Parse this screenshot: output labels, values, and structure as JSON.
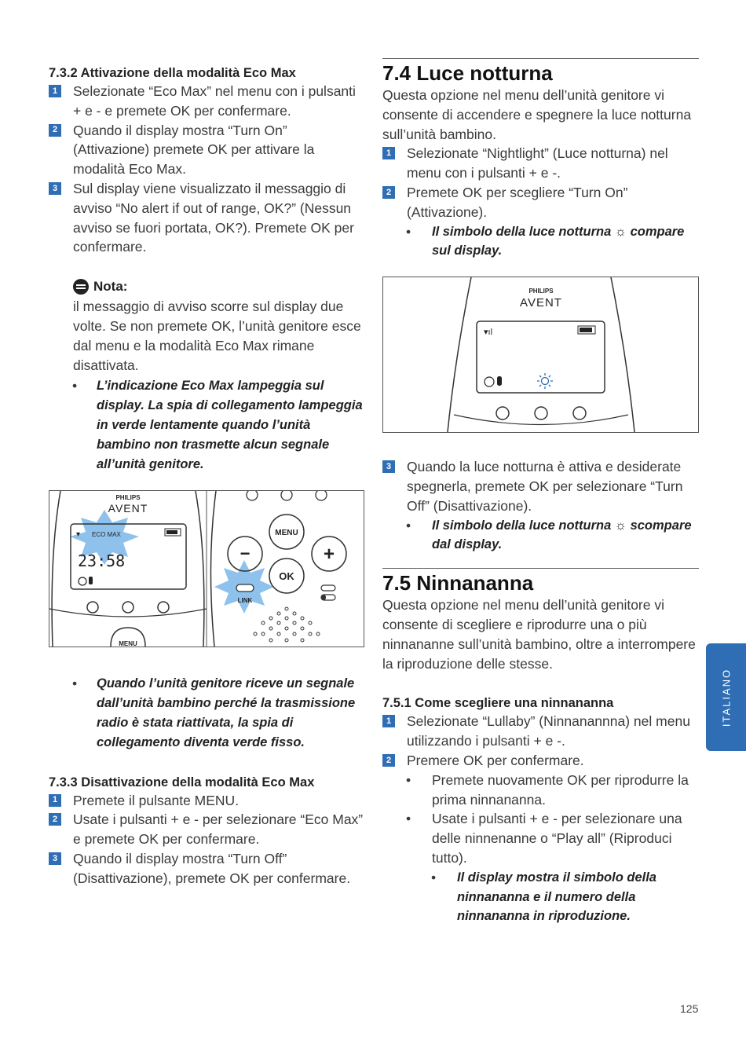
{
  "left": {
    "s732_heading": "7.3.2 Attivazione della modalità Eco Max",
    "s732_steps": [
      {
        "n": "1",
        "t": "Selezionate “Eco Max” nel menu con i pulsanti + e - e premete OK per confermare."
      },
      {
        "n": "2",
        "t": "Quando il display mostra “Turn On” (Attivazione) premete OK per attivare la modalità Eco Max."
      },
      {
        "n": "3",
        "t": "Sul display viene visualizzato il messaggio di avviso “No alert if out of range, OK?” (Nessun avviso se fuori portata, OK?). Premete OK per confermare."
      }
    ],
    "note_title": "Nota:",
    "note_text": "il messaggio di avviso scorre sul display due volte. Se non premete OK, l’unità genitore esce dal menu e la modalità Eco Max rimane disattivata.",
    "note_bullet": "L’indicazione Eco Max lampeggia sul display. La spia di collegamento lampeggia in verde lentamente quando l’unità bambino non trasmette alcun segnale all’unità genitore.",
    "fig1": {
      "brand": "PHILIPS",
      "logo": "AVENT",
      "eco_label": "ECO MAX",
      "time": "23:58",
      "menu_label": "MENU",
      "minus": "−",
      "plus": "+",
      "ok": "OK",
      "link": "LINK"
    },
    "bullet_after_fig": "Quando l’unità genitore riceve un segnale dall’unità bambino perché la trasmissione radio è stata riattivata, la spia di collegamento diventa verde fisso.",
    "s733_heading": "7.3.3 Disattivazione della modalità Eco Max",
    "s733_steps": [
      {
        "n": "1",
        "t": "Premete il pulsante MENU."
      },
      {
        "n": "2",
        "t": " Usate i pulsanti + e - per selezionare “Eco Max” e premete OK per confermare."
      },
      {
        "n": "3",
        "t": " Quando il display mostra “Turn Off” (Disattivazione), premete OK per confermare."
      }
    ]
  },
  "right": {
    "s74_heading": "7.4 Luce notturna",
    "s74_intro": "Questa opzione nel menu dell’unità genitore vi consente di accendere e spegnere la luce notturna sull’unità bambino.",
    "s74_steps": [
      {
        "n": "1",
        "t": "Selezionate “Nightlight” (Luce notturna) nel menu con i pulsanti + e -."
      },
      {
        "n": "2",
        "t": "Premete OK per scegliere “Turn On” (Attivazione)."
      }
    ],
    "s74_bullet1_a": "Il simbolo della luce notturna ",
    "s74_bullet1_b": " compare sul display.",
    "fig2": {
      "brand": "PHILIPS",
      "logo": "AVENT"
    },
    "s74_step3": {
      "n": "3",
      "t": "Quando la luce notturna è attiva e desiderate spegnerla, premete OK per selezionare “Turn Off” (Disattivazione)."
    },
    "s74_bullet2_a": "Il simbolo della luce notturna ",
    "s74_bullet2_b": " scompare dal display.",
    "s75_heading": "7.5 Ninnananna",
    "s75_intro": "Questa opzione nel menu dell’unità genitore vi consente di scegliere e riprodurre una o più ninnananne sull’unità bambino, oltre a interrompere la riproduzione delle stesse.",
    "s751_heading": "7.5.1 Come scegliere una ninnananna",
    "s751_steps": [
      {
        "n": "1",
        "t": "Selezionate “Lullaby”  (Ninnanannna) nel menu utilizzando i pulsanti + e -."
      },
      {
        "n": "2",
        "t": "Premere OK per confermare."
      }
    ],
    "s751_bullets": [
      "Premete nuovamente OK per riprodurre la prima ninnananna.",
      "Usate i pulsanti + e - per selezionare una delle ninnenanne o “Play all” (Riproduci tutto)."
    ],
    "s751_sub_bullet": "Il display mostra il simbolo della ninnananna e il numero della ninnananna in riproduzione."
  },
  "bullet_char": "•",
  "side_tab": "ITALIANO",
  "page_number": "125",
  "colors": {
    "accent": "#2f6db4",
    "highlight": "#8ec2ec"
  },
  "icons": [
    "note-icon",
    "nightlight-icon",
    "signal-icon",
    "battery-icon",
    "face-icon",
    "mic-icon"
  ]
}
